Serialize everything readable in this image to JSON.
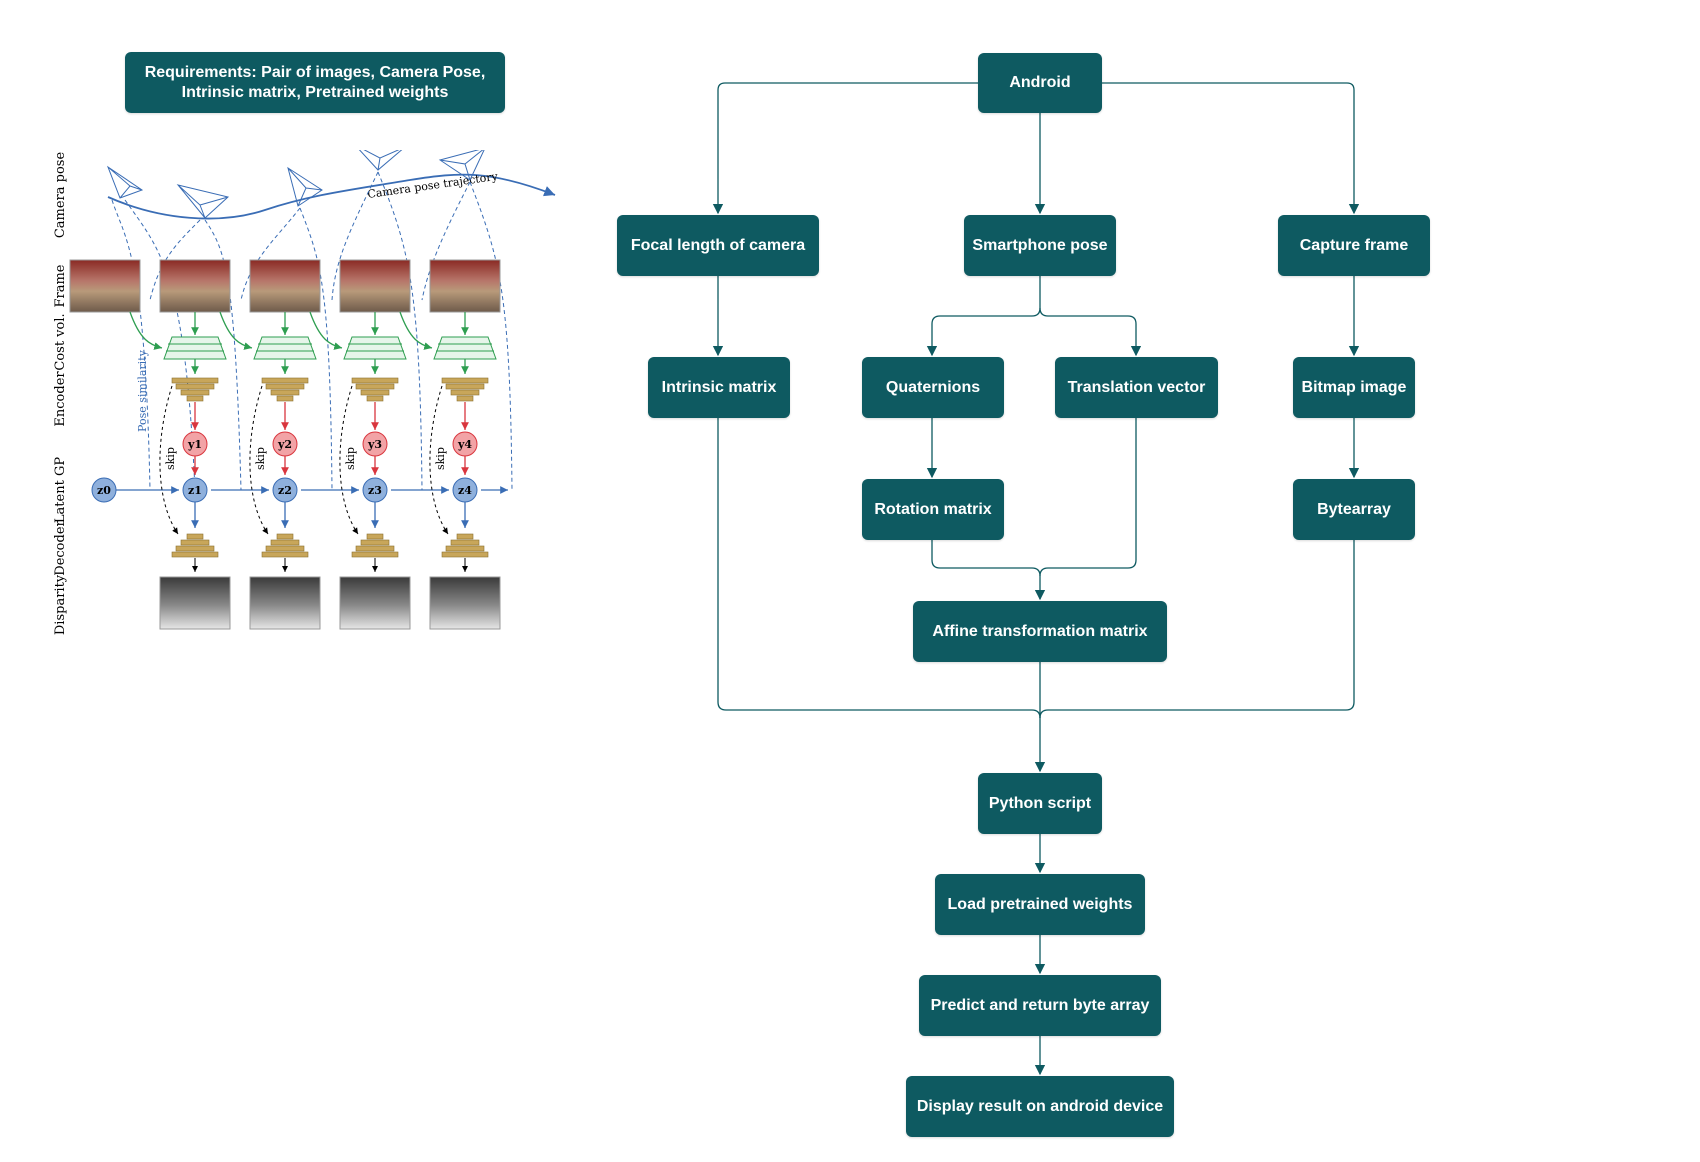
{
  "requirements": {
    "line1": "Requirements: Pair of images, Camera Pose,",
    "line2": "Intrinsic matrix, Pretrained weights"
  },
  "figure": {
    "row_labels": [
      "Camera pose",
      "Frame",
      "Cost vol.",
      "Encoder",
      "Latent GP",
      "Decoder",
      "Disparity"
    ],
    "trajectory_label": "Camera pose trajectory",
    "pose_similarity_label": "Pose similarity",
    "skip_label": "skip",
    "z_nodes": [
      "z0",
      "z1",
      "z2",
      "z3",
      "z4"
    ],
    "y_nodes": [
      "y1",
      "y2",
      "y3",
      "y4"
    ]
  },
  "flowchart": {
    "android": "Android",
    "focal_length": "Focal length of camera",
    "smartphone_pose": "Smartphone pose",
    "capture_frame": "Capture frame",
    "intrinsic_matrix": "Intrinsic matrix",
    "quaternions": "Quaternions",
    "translation_vector": "Translation vector",
    "bitmap_image": "Bitmap image",
    "rotation_matrix": "Rotation matrix",
    "bytearray": "Bytearray",
    "affine_matrix": "Affine transformation matrix",
    "python_script": "Python script",
    "load_weights": "Load pretrained weights",
    "predict": "Predict and return byte array",
    "display_result": "Display result on android device"
  },
  "colors": {
    "box_fill": "#0e5a61",
    "box_text": "#ffffff",
    "connector": "#0e5a61",
    "trajectory_blue": "#3a6db5",
    "cost_volume_green": "#2e9e50",
    "encoder_gold": "#c8a65a",
    "y_node_red": "#e88a8e",
    "z_node_blue": "#8fb0dc"
  }
}
